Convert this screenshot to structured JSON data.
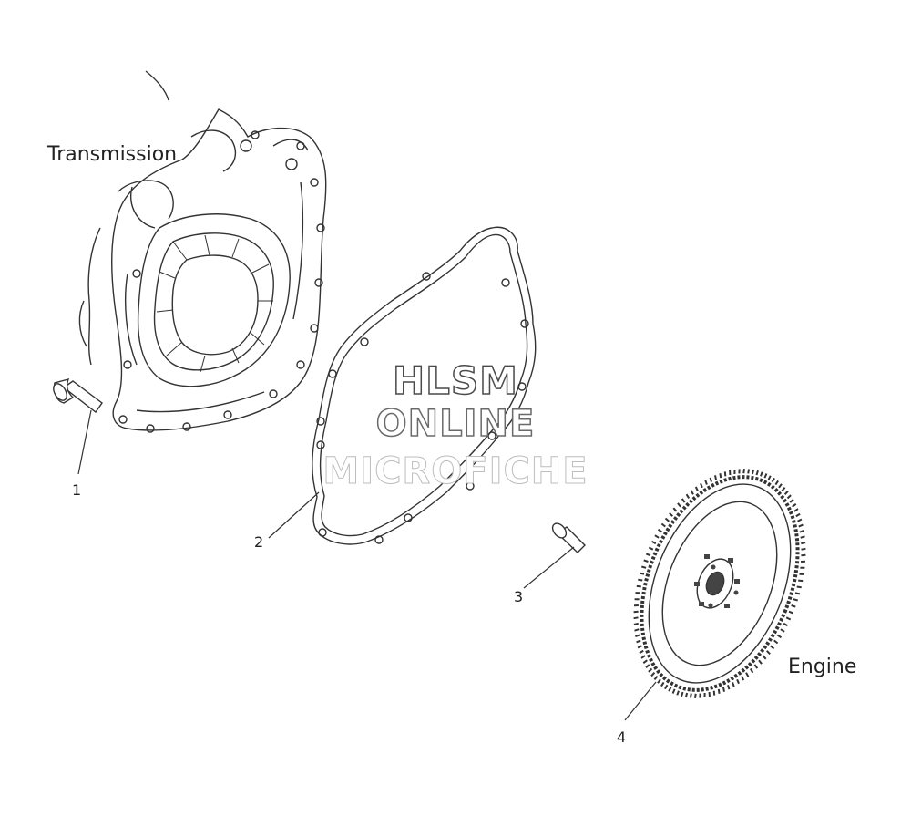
{
  "labels": {
    "transmission": "Transmission",
    "engine": "Engine"
  },
  "callouts": {
    "c1": "1",
    "c2": "2",
    "c3": "3",
    "c4": "4"
  },
  "watermark": {
    "line1": "HLSM",
    "line2": "ONLINE",
    "line3": "MICROFICHE"
  },
  "colors": {
    "line": "#333333",
    "watermark_dark": "#4a4a4a",
    "watermark_light": "#bdbdbd"
  }
}
